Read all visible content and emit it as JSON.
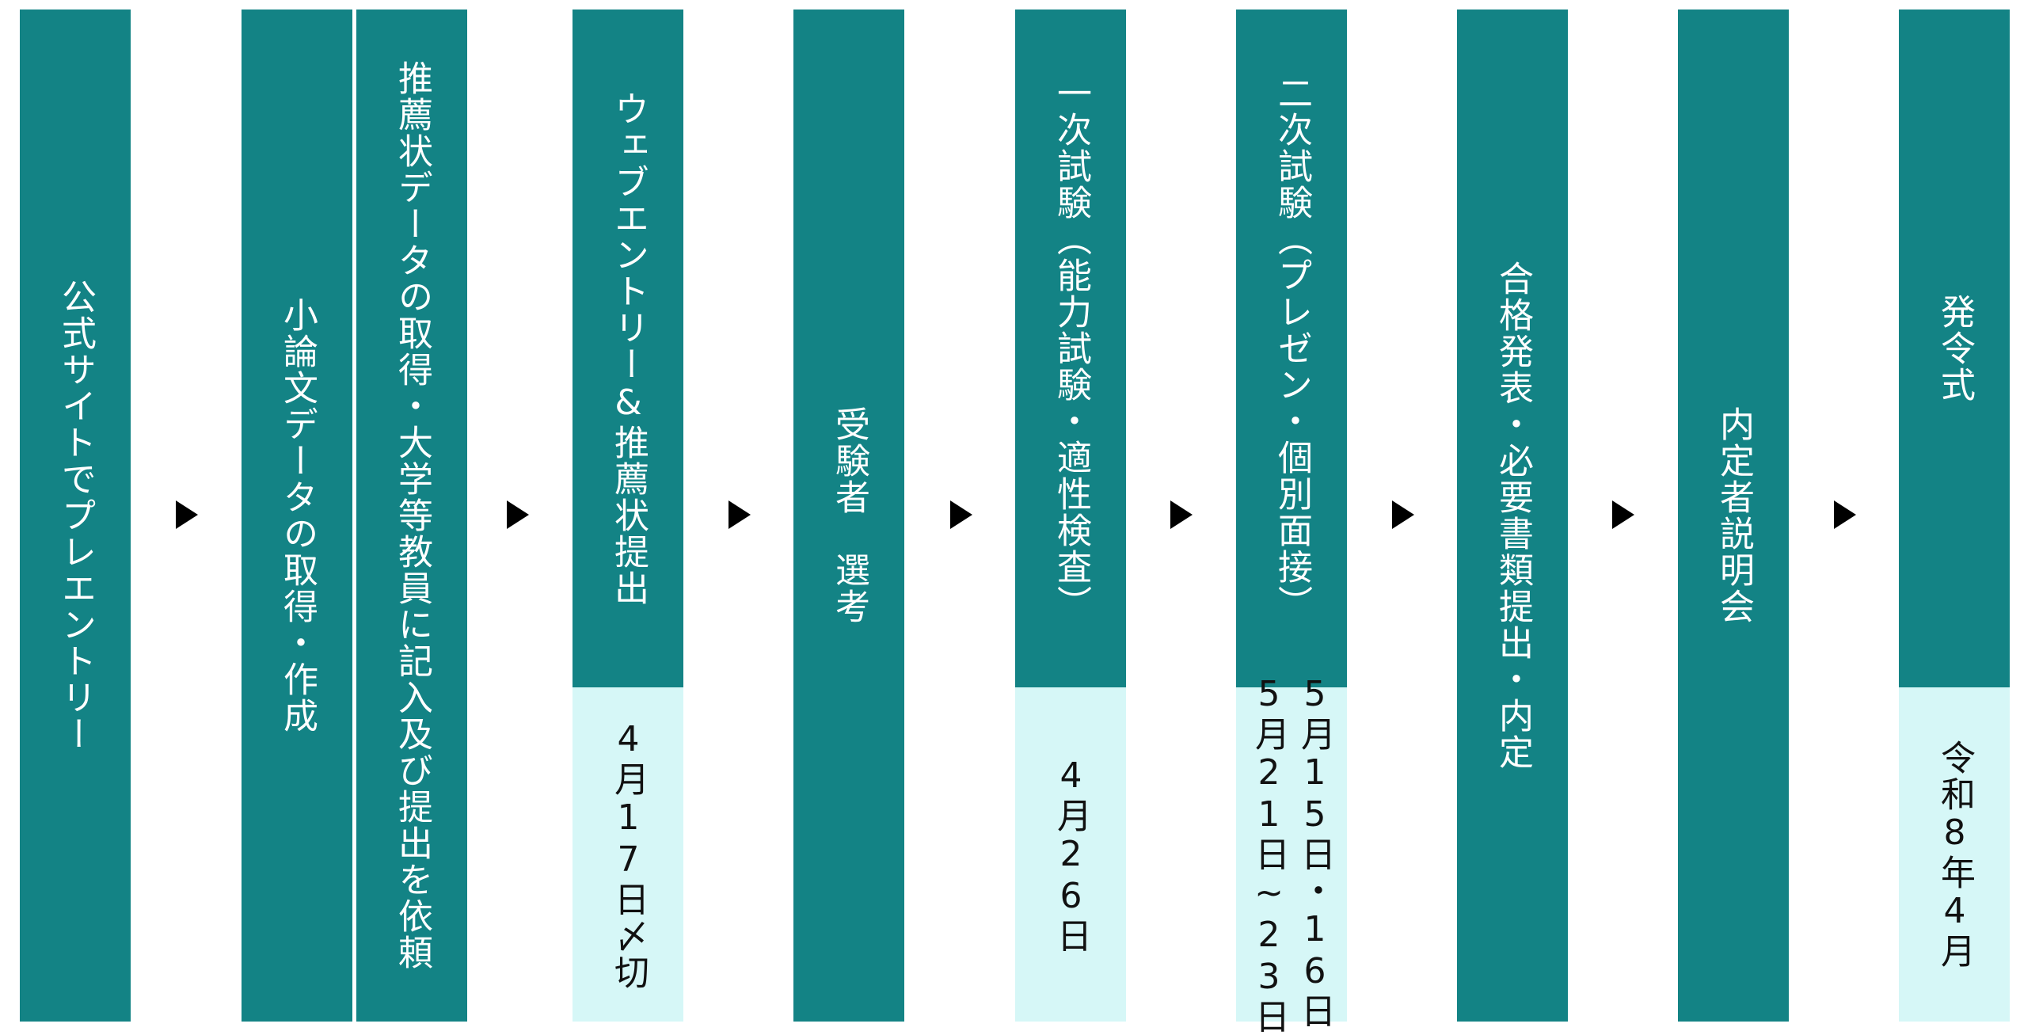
{
  "steps": [
    {
      "label": "公式サイトでプレエントリー"
    },
    {
      "label": "小論文データの取得・作成"
    },
    {
      "label": "推薦状データの取得・大学等教員に記入及び提出を依頼"
    },
    {
      "label": "ウェブエントリー&推薦状提出",
      "date": "4月17日〆切"
    },
    {
      "label": "受験者　選考"
    },
    {
      "label": "一次試験（能力試験・適性検査）",
      "date": "4月26日"
    },
    {
      "label": "二次試験（プレゼン・個別面接）",
      "date_lines": [
        "5月15日・16日",
        "5月21日~23日"
      ]
    },
    {
      "label": "合格発表・必要書類提出・内定"
    },
    {
      "label": "内定者説明会"
    },
    {
      "label": "発令式",
      "date": "令和8年4月"
    }
  ],
  "colors": {
    "box": "#138385",
    "date_bg": "#d6f7f7",
    "arrow": "#000000",
    "text_light": "#ffffff",
    "text_dark": "#111111"
  },
  "arrow_glyph": "right-triangle-arrow"
}
